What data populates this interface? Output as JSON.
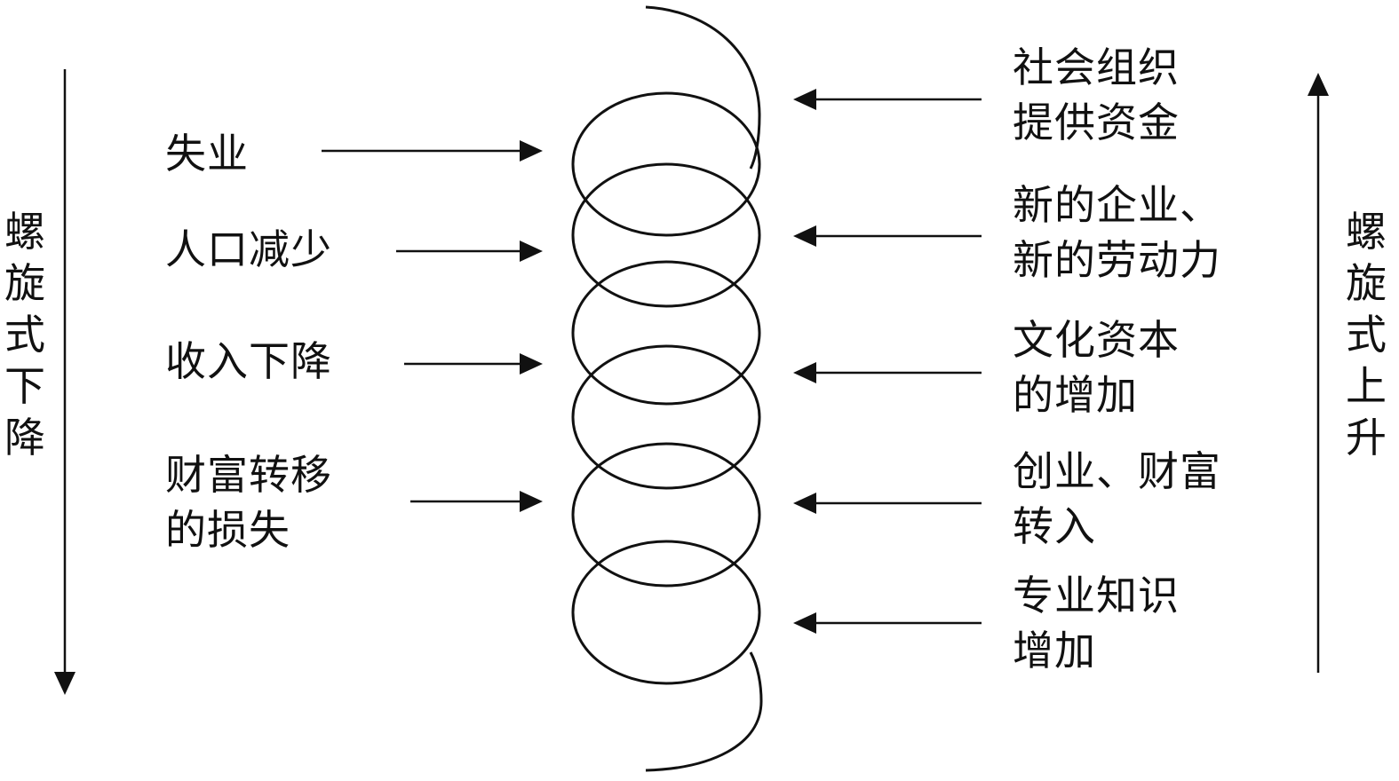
{
  "left_axis": {
    "label": "螺旋式下降",
    "direction": "down"
  },
  "right_axis": {
    "label": "螺旋式上升",
    "direction": "up"
  },
  "left_factors": [
    {
      "text": "失业"
    },
    {
      "text": "人口减少"
    },
    {
      "text": "收入下降"
    },
    {
      "text": "财富转移\n的损失"
    }
  ],
  "right_factors": [
    {
      "text": "社会组织\n提供资金"
    },
    {
      "text": "新的企业、\n新的劳动力"
    },
    {
      "text": "文化资本\n的增加"
    },
    {
      "text": "创业、财富\n转入"
    },
    {
      "text": "专业知识\n增加"
    }
  ],
  "colors": {
    "ink": "#111111",
    "background": "#ffffff"
  }
}
